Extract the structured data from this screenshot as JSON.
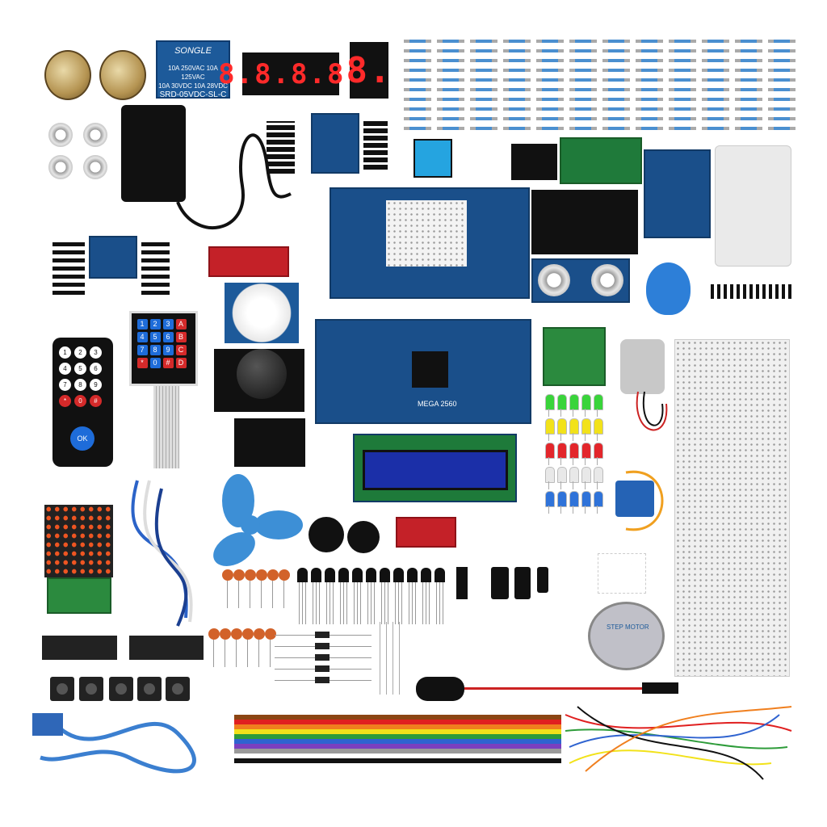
{
  "relay": {
    "brand": "SONGLE",
    "line1": "10A 250VAC  10A 125VAC",
    "line2": "10A 30VDC  10A 28VDC",
    "model": "SRD-05VDC-SL-C"
  },
  "four_digit_display": "8.8.8.8.",
  "one_digit_display": "8.",
  "mega_board": {
    "label": "MEGA 2560"
  },
  "keypad": {
    "keys": [
      "1",
      "2",
      "3",
      "A",
      "4",
      "5",
      "6",
      "B",
      "7",
      "8",
      "9",
      "C",
      "*",
      "0",
      "#",
      "D"
    ]
  },
  "remote": {
    "keys": [
      "1",
      "2",
      "3",
      "4",
      "5",
      "6",
      "7",
      "8",
      "9",
      "*",
      "0",
      "#"
    ],
    "ok": "OK"
  },
  "stepper_motor": {
    "label": "STEP MOTOR"
  },
  "led_colors": [
    "#39d43a",
    "#f2e21a",
    "#e3262b",
    "#e8e8e8",
    "#2f73d9"
  ],
  "colors": {
    "pcb_blue": "#1a4f8a",
    "module_red": "#c42128",
    "fan_blue": "#3d8fd6"
  }
}
